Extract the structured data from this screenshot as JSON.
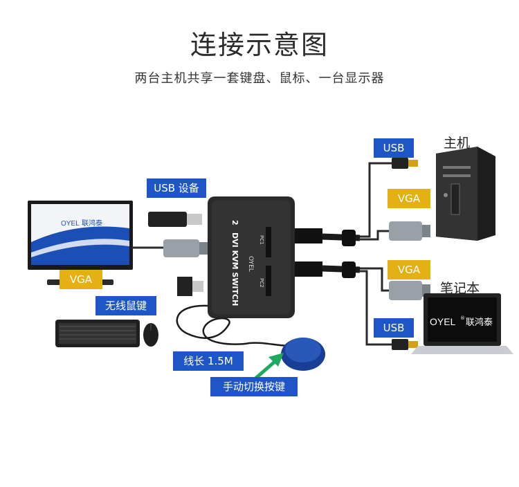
{
  "header": {
    "title": "连接示意图",
    "subtitle": "两台主机共享一套键盘、鼠标、一台显示器"
  },
  "labels": {
    "usb_device": "USB 设备",
    "vga_monitor": "VGA",
    "wireless_kb": "无线鼠键",
    "cable_length": "线长 1.5M",
    "manual_button": "手动切换按键",
    "usb_host": "USB",
    "vga_host": "VGA",
    "host": "主机",
    "vga_laptop": "VGA",
    "laptop": "笔记本",
    "usb_laptop": "USB"
  },
  "device": {
    "name": "DVI KVM SWITCH",
    "number": "2",
    "brand": "OYEL",
    "port1": "PC1",
    "port2": "PC2"
  },
  "monitor_brand": {
    "logo": "OYEL",
    "name": "联鸿泰"
  },
  "laptop_brand": {
    "logo": "OYEL",
    "mark": "®",
    "name": "联鸿泰"
  },
  "colors": {
    "blue_tag": "#1f56c7",
    "yellow_tag": "#e5b014",
    "switch_body": "#2a2a2a",
    "button_blue": "#2a58b8",
    "arrow_green": "#1fa85f"
  }
}
